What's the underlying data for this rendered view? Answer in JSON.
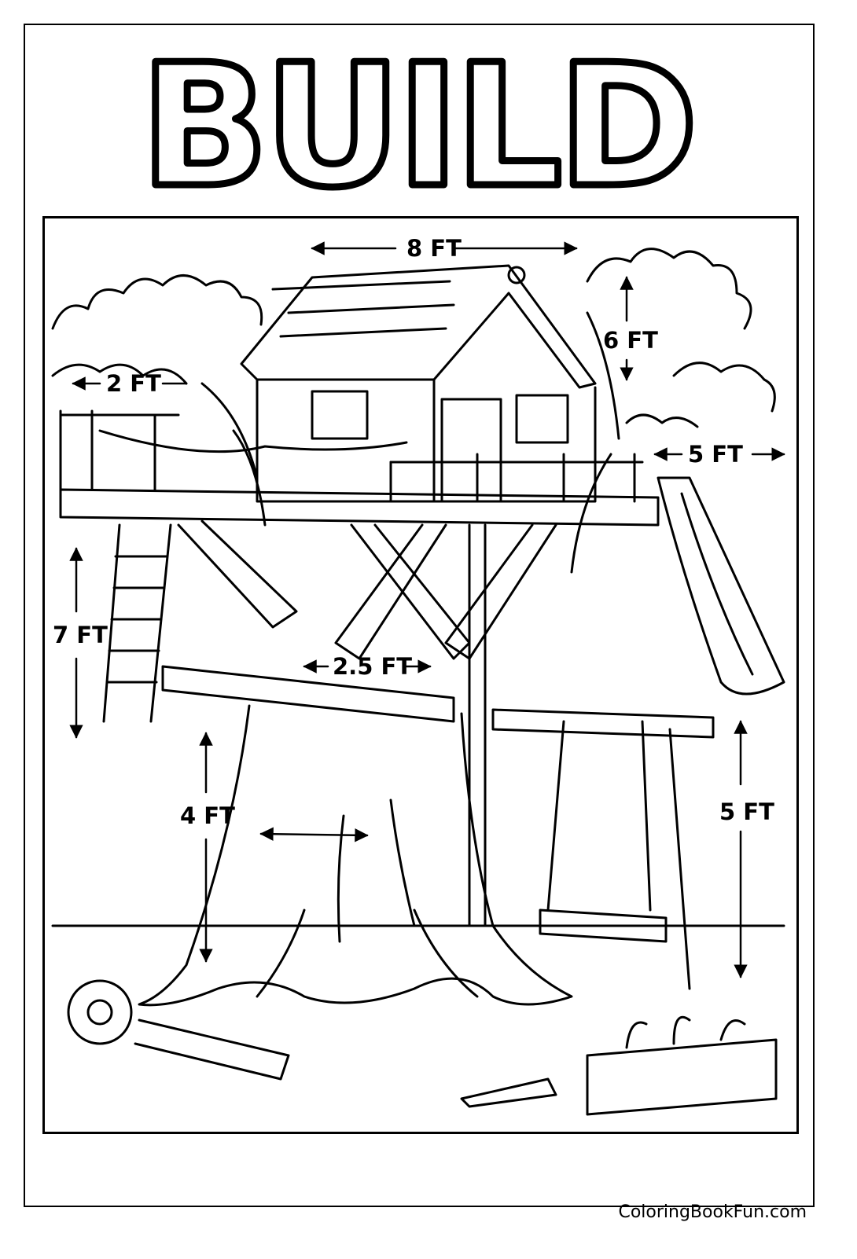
{
  "title": "BUILD",
  "measurements": {
    "roof_width": "8 FT",
    "roof_height": "6 FT",
    "bridge_width": "2 FT",
    "slide_width": "5 FT",
    "ladder_height": "7 FT",
    "platform_width": "2.5 FT",
    "trunk_height": "4 FT",
    "swing_height": "5 FT"
  },
  "icons": [
    "tape-measure-icon",
    "pencil-icon",
    "toolbox-icon",
    "swing-icon",
    "slide-icon",
    "ladder-icon"
  ],
  "footer": {
    "site": "ColoringBookFun.com"
  },
  "colors": {
    "ink": "#000000",
    "paper": "#ffffff"
  }
}
